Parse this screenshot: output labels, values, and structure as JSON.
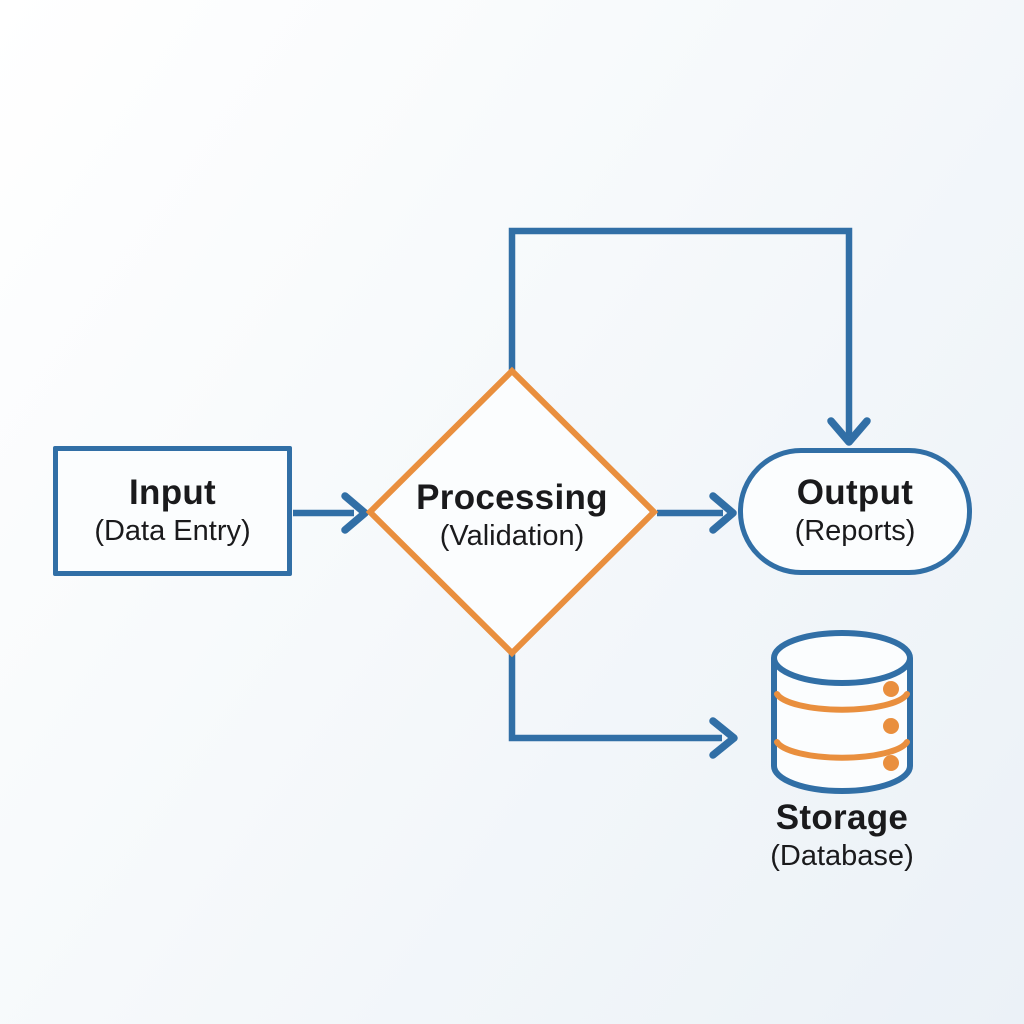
{
  "diagram": {
    "type": "flowchart",
    "direction": "left-to-right"
  },
  "colors": {
    "blue": "#316fa6",
    "orange": "#e98f3e",
    "text": "#1a1a1c",
    "node_fill": "#fbfdfe",
    "background_start": "#ffffff",
    "background_end": "#ebf1f7"
  },
  "nodes": {
    "input": {
      "title": "Input",
      "subtitle": "(Data Entry)",
      "shape": "rectangle",
      "border_color": "#316fa6"
    },
    "processing": {
      "title": "Processing",
      "subtitle": "(Validation)",
      "shape": "diamond",
      "border_color": "#e98f3e"
    },
    "output": {
      "title": "Output",
      "subtitle": "(Reports)",
      "shape": "stadium",
      "border_color": "#316fa6"
    },
    "storage": {
      "title": "Storage",
      "subtitle": "(Database)",
      "shape": "database-cylinder",
      "border_color": "#316fa6"
    }
  },
  "edges": [
    {
      "from": "input",
      "to": "processing",
      "style": "straight-arrow"
    },
    {
      "from": "processing",
      "to": "output",
      "style": "straight-arrow"
    },
    {
      "from": "processing",
      "to": "output",
      "style": "elbow-arrow-feedback-loop",
      "via": "top"
    },
    {
      "from": "processing",
      "to": "storage",
      "style": "elbow-arrow",
      "via": "bottom"
    }
  ],
  "icons": {
    "storage": "database-cylinder-icon"
  }
}
